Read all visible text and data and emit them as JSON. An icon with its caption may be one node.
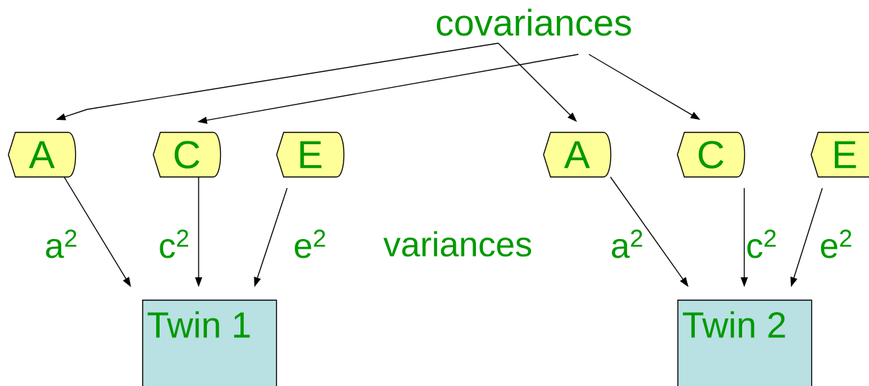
{
  "diagram": {
    "nodes": [
      {
        "text": [
          "covariances"
        ]
      },
      {
        "text": [
          "A"
        ]
      },
      {
        "text": [
          "C"
        ]
      },
      {
        "text": [
          "E"
        ]
      },
      {
        "text": [
          "A"
        ]
      },
      {
        "text": [
          "C"
        ]
      },
      {
        "text": [
          "E"
        ]
      },
      {
        "text": [
          "Twin 1"
        ]
      },
      {
        "text": [
          "Twin 2"
        ]
      }
    ],
    "edges": [
      {
        "from": 0,
        "to": 1,
        "arrow": "to"
      },
      {
        "from": 0,
        "to": 2,
        "arrow": "to"
      },
      {
        "from": 0,
        "to": 4,
        "arrow": "to"
      },
      {
        "from": 0,
        "to": 5,
        "arrow": "to"
      },
      {
        "from": 1,
        "to": 7,
        "arrow": "to",
        "label": "a$^{2}$"
      },
      {
        "from": 2,
        "to": 7,
        "arrow": "to",
        "label": "c$^{2}$"
      },
      {
        "from": 3,
        "to": 7,
        "arrow": "to",
        "label": "e$^{2}$"
      },
      {
        "from": 4,
        "to": 8,
        "arrow": "to",
        "label": "a$^{2}$"
      },
      {
        "from": 5,
        "to": 8,
        "arrow": "to",
        "label": "c$^{2}$"
      },
      {
        "from": 6,
        "to": 8,
        "arrow": "to",
        "label": "e$^{2}$"
      }
    ],
    "labels": [
      "variances"
    ]
  }
}
